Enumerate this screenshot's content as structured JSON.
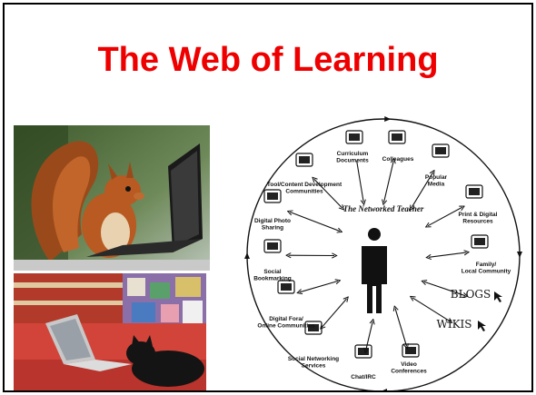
{
  "slide": {
    "title": "The Web of Learning"
  },
  "images": [
    {
      "name": "squirrel-laptop-photo"
    },
    {
      "name": "cat-laptop-photo"
    }
  ],
  "diagram": {
    "center": "The Networked Teacher",
    "nodes": [
      {
        "label": "Curriculum Documents",
        "lines": [
          "Curriculum",
          "Documents"
        ],
        "icon": "documents-icon"
      },
      {
        "label": "Colleagues",
        "lines": [
          "Colleagues"
        ],
        "icon": "people-icon"
      },
      {
        "label": "Popular Media",
        "lines": [
          "Popular",
          "Media"
        ],
        "icon": "tv-icon"
      },
      {
        "label": "Print & Digital Resources",
        "lines": [
          "Print & Digital",
          "Resources"
        ],
        "icon": "printer-icon"
      },
      {
        "label": "Family/ Local Community",
        "lines": [
          "Family/",
          "Local Community"
        ],
        "icon": "family-icon"
      },
      {
        "label": "BLOGS",
        "lines": [
          "BLOGS"
        ],
        "icon": "cursor-icon"
      },
      {
        "label": "WIKIS",
        "lines": [
          "WIKIS"
        ],
        "icon": "cursor-icon"
      },
      {
        "label": "Video Conferences",
        "lines": [
          "Video",
          "Conferences"
        ],
        "icon": "video-conference-icon"
      },
      {
        "label": "Chat/IRC",
        "lines": [
          "Chat/IRC"
        ],
        "icon": "chat-screen-icon"
      },
      {
        "label": "Social Networking Services",
        "lines": [
          "Social Networking",
          "Services"
        ],
        "icon": "network-icon"
      },
      {
        "label": "Digital Fora/ Online Communities",
        "lines": [
          "Digital Fora/",
          "Online Communities"
        ],
        "icon": "computers-icon"
      },
      {
        "label": "Social Bookmarking",
        "lines": [
          "Social",
          "Bookmarking"
        ],
        "icon": "bookmark-icon"
      },
      {
        "label": "Digital Photo Sharing",
        "lines": [
          "Digital Photo",
          "Sharing"
        ],
        "icon": "photos-icon"
      },
      {
        "label": "Tool/Content Development Communities",
        "lines": [
          "Tool/Content Development",
          "Communities"
        ],
        "icon": "tools-icon"
      }
    ]
  }
}
